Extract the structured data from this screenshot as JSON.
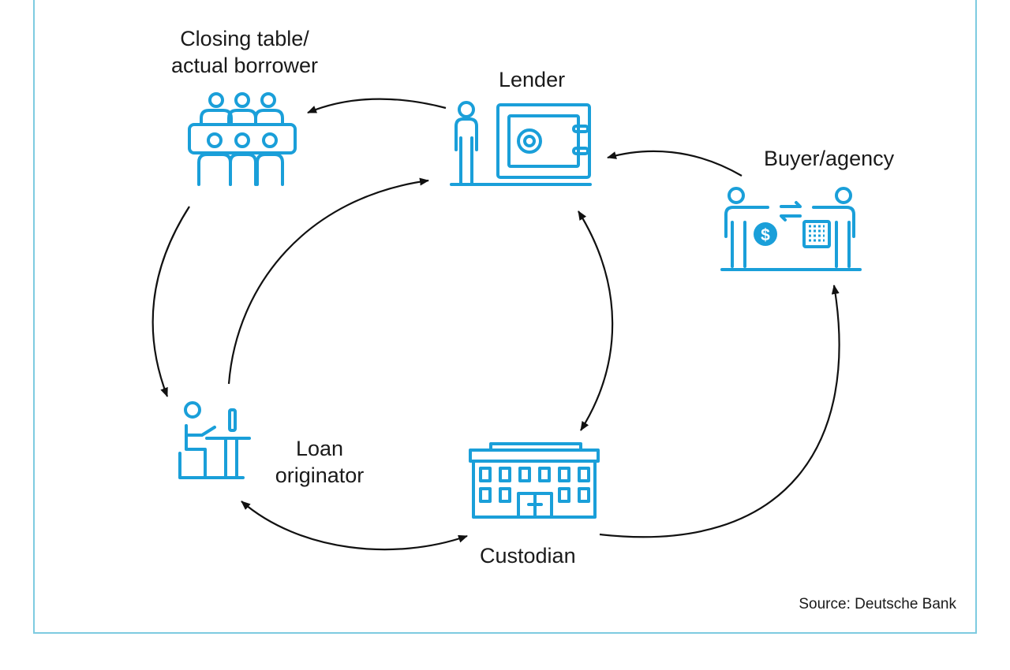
{
  "nodes": {
    "closing_table": {
      "line1": "Closing table/",
      "line2": "actual borrower",
      "icon": "people-at-table-icon"
    },
    "lender": {
      "label": "Lender",
      "icon": "safe-icon"
    },
    "buyer_agency": {
      "label": "Buyer/agency",
      "icon": "transaction-icon"
    },
    "loan_originator": {
      "line1": "Loan",
      "line2": "originator",
      "icon": "desk-worker-icon"
    },
    "custodian": {
      "label": "Custodian",
      "icon": "bank-building-icon"
    }
  },
  "edges": [
    {
      "from": "Lender",
      "to": "Closing table/actual borrower"
    },
    {
      "from": "Closing table/actual borrower",
      "to": "Loan originator"
    },
    {
      "from": "Loan originator",
      "to": "Lender"
    },
    {
      "from": "Buyer/agency",
      "to": "Lender"
    },
    {
      "from": "Lender",
      "to": "Custodian",
      "bidirectional": true
    },
    {
      "from": "Loan originator",
      "to": "Custodian",
      "bidirectional": true
    },
    {
      "from": "Custodian",
      "to": "Buyer/agency"
    }
  ],
  "source": "Source: Deutsche Bank",
  "colors": {
    "icon": "#1a9fd9",
    "border": "#7ecbe0",
    "arrow": "#111111"
  }
}
